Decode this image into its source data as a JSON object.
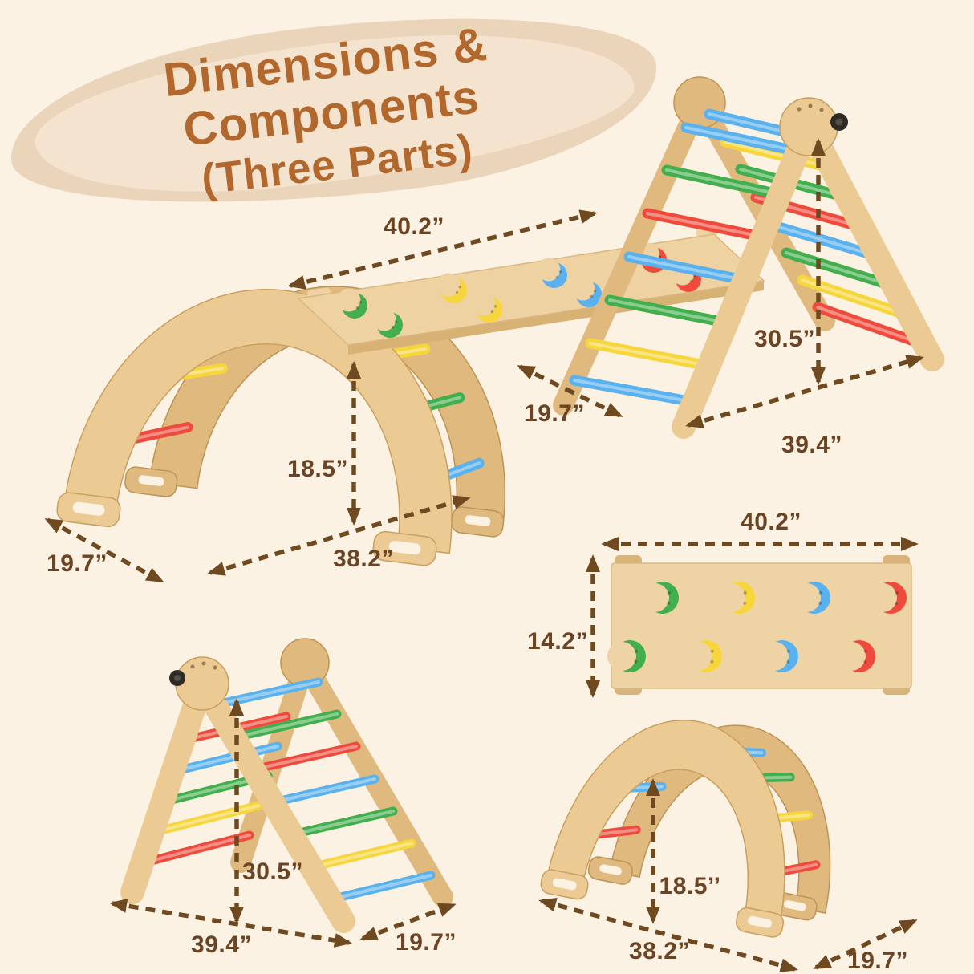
{
  "title": {
    "line1": "Dimensions & Components",
    "line2": "(Three Parts)"
  },
  "palette": {
    "background": "#fcf2e3",
    "brush_stroke": "#ead4ba",
    "title_text": "#b2672c",
    "dimension_text": "#6b4423",
    "dimension_line": "#6f4a21",
    "wood_light": "#ecca94",
    "wood_dark": "#e0b97f",
    "board_wood": "#eed2a2",
    "rung_red": "#ef4b3d",
    "rung_yellow": "#f6d63a",
    "rung_green": "#43ae4d",
    "rung_blue": "#59b1ee",
    "knob_black": "#2e2a26"
  },
  "assembly": {
    "labels": {
      "ramp_length": "40.2”",
      "triangle_height": "30.5”",
      "triangle_base": "39.4”",
      "triangle_depth": "19.7”",
      "arch_height": "18.5”",
      "arch_width": "38.2”",
      "arch_depth": "19.7”"
    }
  },
  "triangle_view": {
    "labels": {
      "height": "30.5”",
      "base": "39.4”",
      "depth": "19.7”"
    }
  },
  "ramp_view": {
    "labels": {
      "length": "40.2”",
      "width": "14.2”"
    }
  },
  "arch_view": {
    "labels": {
      "height": "18.5’’",
      "width": "38.2”",
      "depth": "19.7”"
    }
  }
}
